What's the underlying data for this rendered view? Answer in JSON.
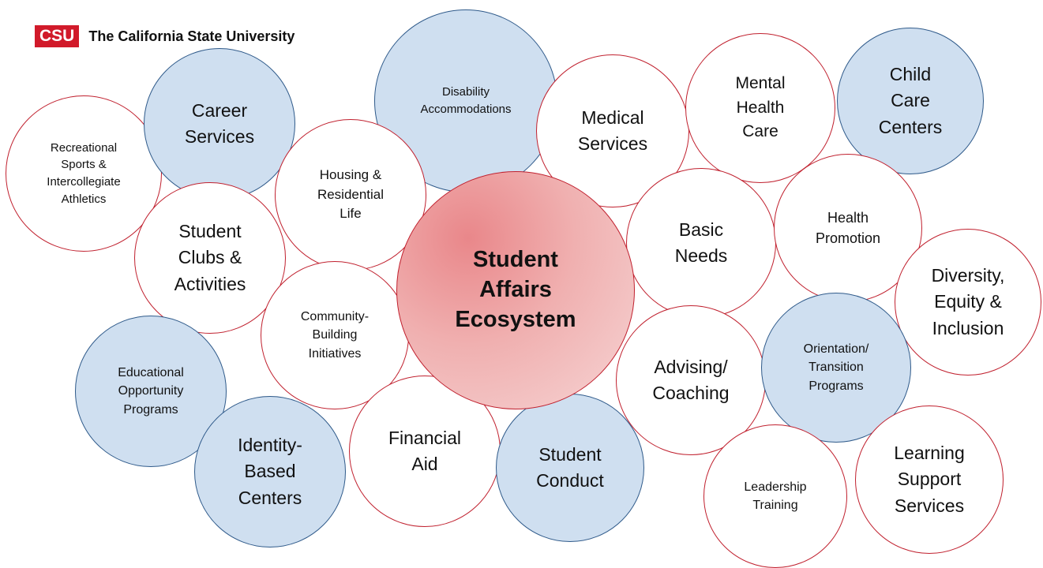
{
  "logo": {
    "mark": "CSU",
    "text": "The California State University"
  },
  "center": {
    "label": "Student\nAffairs\nEcosystem"
  },
  "bubbles": [
    {
      "label": "Recreational\nSports &\nIntercollegiate\nAthletics",
      "style": "outline"
    },
    {
      "label": "Career\nServices",
      "style": "blue"
    },
    {
      "label": "Disability\nAccommodations",
      "style": "blue"
    },
    {
      "label": "Medical\nServices",
      "style": "outline"
    },
    {
      "label": "Mental\nHealth\nCare",
      "style": "outline"
    },
    {
      "label": "Child\nCare\nCenters",
      "style": "blue"
    },
    {
      "label": "Housing &\nResidential\nLife",
      "style": "outline"
    },
    {
      "label": "Student\nClubs &\nActivities",
      "style": "outline"
    },
    {
      "label": "Basic\nNeeds",
      "style": "outline"
    },
    {
      "label": "Health\nPromotion",
      "style": "outline"
    },
    {
      "label": "Diversity,\nEquity &\nInclusion",
      "style": "outline"
    },
    {
      "label": "Community-\nBuilding\nInitiatives",
      "style": "outline"
    },
    {
      "label": "Educational\nOpportunity\nPrograms",
      "style": "blue"
    },
    {
      "label": "Advising/\nCoaching",
      "style": "outline"
    },
    {
      "label": "Orientation/\nTransition\nPrograms",
      "style": "blue"
    },
    {
      "label": "Identity-\nBased\nCenters",
      "style": "blue"
    },
    {
      "label": "Financial\nAid",
      "style": "outline"
    },
    {
      "label": "Student\nConduct",
      "style": "blue"
    },
    {
      "label": "Leadership\nTraining",
      "style": "outline"
    },
    {
      "label": "Learning\nSupport\nServices",
      "style": "outline"
    }
  ]
}
